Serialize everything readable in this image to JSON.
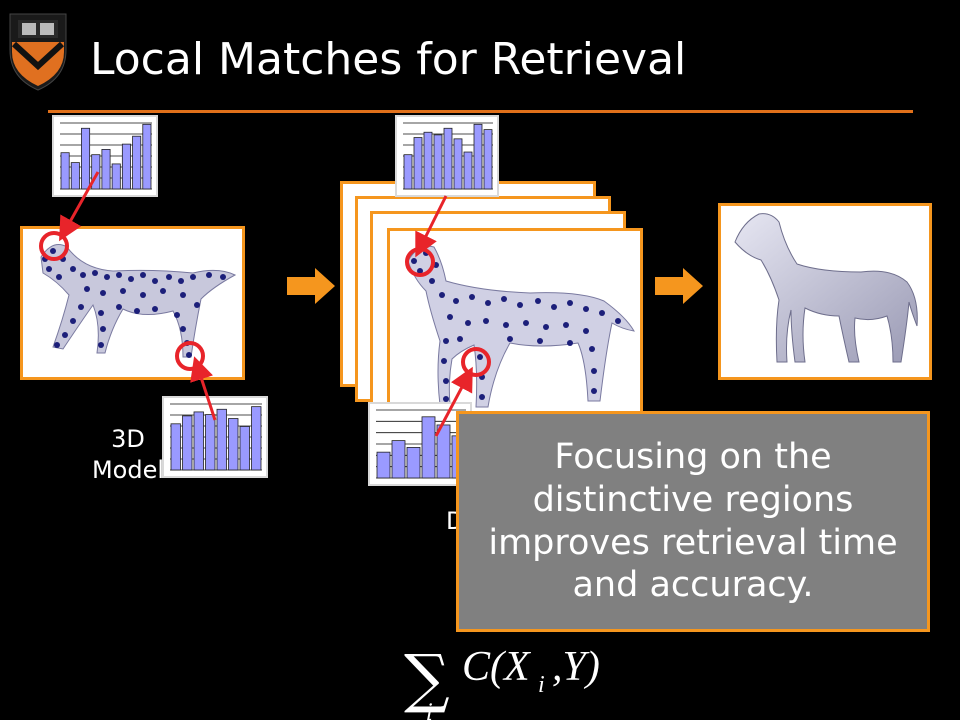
{
  "slide": {
    "title": "Local Matches for Retrieval",
    "model_label_line1": "3D",
    "model_label_line2": "Model",
    "db_label_fragment": "D",
    "callout_text": "Focusing on the distinctive regions improves retrieval time and accuracy.",
    "formula_text": "∑ C(X_i, Y)"
  },
  "colors": {
    "accent": "#f5961e",
    "rule": "#e0701a",
    "callout_bg": "#808080",
    "marker": "#e8242a",
    "bar_fill": "#9a9aff"
  },
  "histograms": {
    "top_left": [
      0.55,
      0.4,
      0.92,
      0.52,
      0.6,
      0.38,
      0.68,
      0.8,
      0.98
    ],
    "bottom_left": [
      0.7,
      0.82,
      0.88,
      0.84,
      0.92,
      0.78,
      0.66,
      0.96
    ],
    "top_middle": [
      0.52,
      0.78,
      0.86,
      0.82,
      0.92,
      0.76,
      0.56,
      0.98,
      0.9
    ],
    "bottom_middle": [
      0.38,
      0.55,
      0.45,
      0.9,
      0.78,
      0.62
    ]
  }
}
